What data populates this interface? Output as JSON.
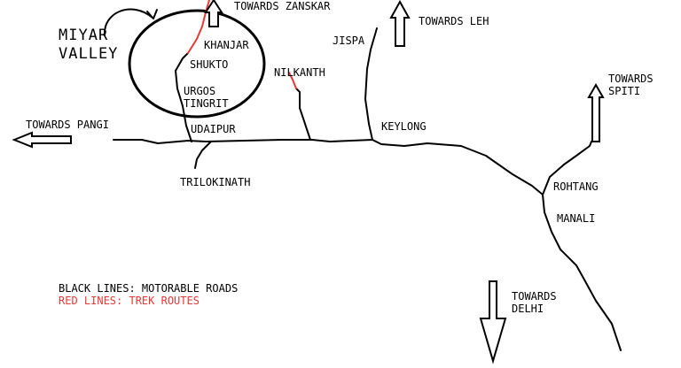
{
  "title": "MIYAR VALLEY",
  "title_line1": "MIYAR",
  "title_line2": "VALLEY",
  "places": {
    "khanjar": "KHANJAR",
    "shukto": "SHUKTO",
    "urgos": "URGOS",
    "tingrit": "TINGRIT",
    "udaipur": "UDAIPUR",
    "trilokinath": "TRILOKINATH",
    "nilkanth": "NILKANTH",
    "jispa": "JISPA",
    "keylong": "KEYLONG",
    "rohtang": "ROHTANG",
    "manali": "MANALI"
  },
  "directions": {
    "zanskar": "TOWARDS ZANSKAR",
    "leh": "TOWARDS LEH",
    "pangi": "TOWARDS PANGI",
    "spiti_line1": "TOWARDS",
    "spiti_line2": "SPITI",
    "delhi_line1": "TOWARDS",
    "delhi_line2": "DELHI"
  },
  "legend": {
    "black": "BLACK LINES: MOTORABLE ROADS",
    "red": "RED LINES: TREK ROUTES"
  },
  "colors": {
    "road": "#000000",
    "trek": "#e53935",
    "background": "#ffffff"
  }
}
